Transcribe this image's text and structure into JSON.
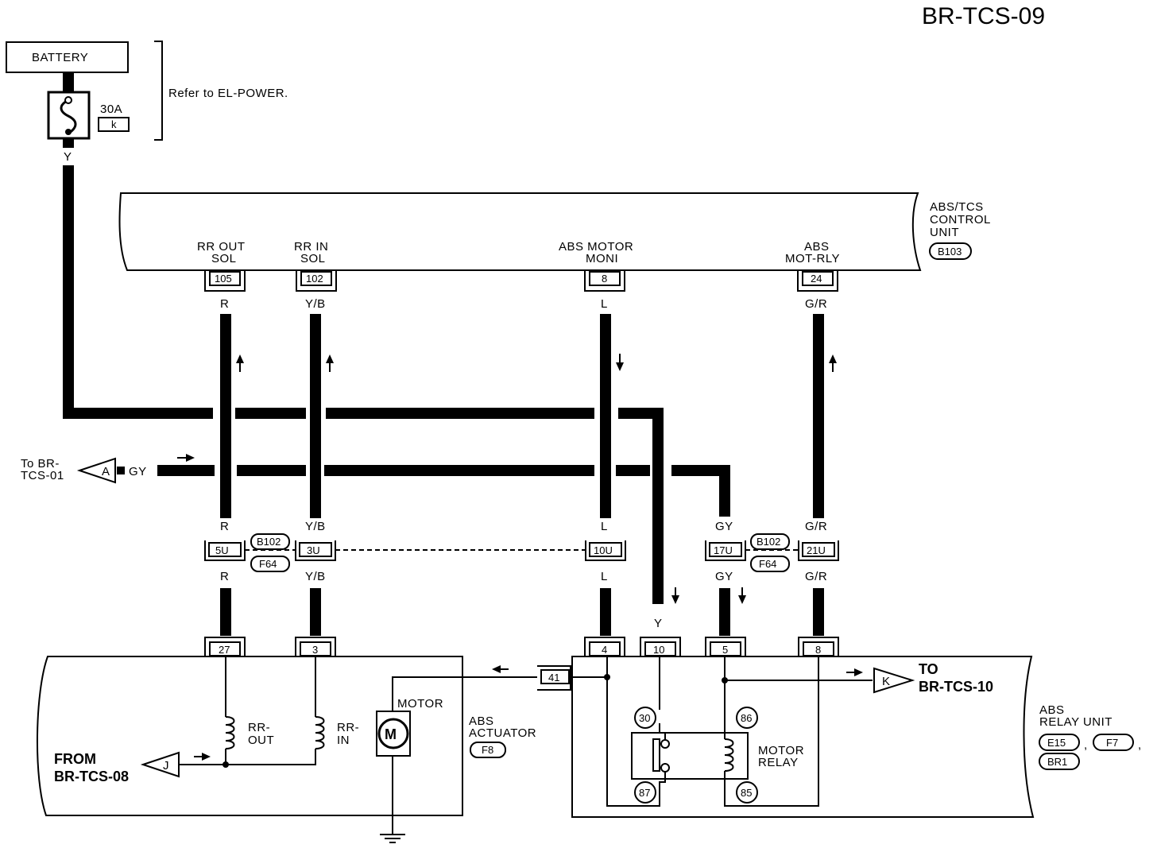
{
  "diagram": {
    "page_code": "BR-TCS-09",
    "battery_label": "BATTERY",
    "fuse_rating": "30A",
    "fuse_id": "k",
    "refer_note": "Refer to EL-POWER.",
    "battery_wire_color": "Y",
    "control_unit": {
      "name_line1": "ABS/TCS",
      "name_line2": "CONTROL",
      "name_line3": "UNIT",
      "connector": "B103"
    },
    "pins": {
      "rr_out_sol_l1": "RR OUT",
      "rr_out_sol_l2": "SOL",
      "rr_out_sol_pin": "105",
      "rr_in_sol_l1": "RR IN",
      "rr_in_sol_l2": "SOL",
      "rr_in_sol_pin": "102",
      "abs_motor_moni_l1": "ABS MOTOR",
      "abs_motor_moni_l2": "MONI",
      "abs_motor_moni_pin": "8",
      "abs_mot_rly_l1": "ABS",
      "abs_mot_rly_l2": "MOT-RLY",
      "abs_mot_rly_pin": "24"
    },
    "wire_colors": {
      "r": "R",
      "yb": "Y/B",
      "l": "L",
      "gr": "G/R",
      "gy": "GY",
      "y": "Y"
    },
    "to_br_tcs01_l1": "To BR-",
    "to_br_tcs01_l2": "TCS-01",
    "connector_a": "A",
    "joint": {
      "pin_5u": "5U",
      "pin_3u": "3U",
      "pin_10u": "10U",
      "pin_17u": "17U",
      "pin_21u": "21U",
      "conn_b102": "B102",
      "conn_f64": "F64"
    },
    "actuator": {
      "pin_27": "27",
      "pin_3": "3",
      "pin_41": "41",
      "rr_out_l1": "RR-",
      "rr_out_l2": "OUT",
      "rr_in_l1": "RR-",
      "rr_in_l2": "IN",
      "motor_label": "MOTOR",
      "motor_symbol": "M",
      "name_l1": "ABS",
      "name_l2": "ACTUATOR",
      "connector": "F8"
    },
    "from_l1": "FROM",
    "from_l2": "BR-TCS-08",
    "connector_j": "J",
    "relay_unit": {
      "pin_4": "4",
      "pin_10": "10",
      "pin_5": "5",
      "pin_8": "8",
      "t30": "30",
      "t86": "86",
      "t87": "87",
      "t85": "85",
      "motor_relay_l1": "MOTOR",
      "motor_relay_l2": "RELAY",
      "name_l1": "ABS",
      "name_l2": "RELAY UNIT",
      "conn_e15": "E15",
      "conn_f7": "F7",
      "conn_br1": "BR1",
      "sep": ","
    },
    "to_l1": "TO",
    "to_l2": "BR-TCS-10",
    "connector_k": "K"
  }
}
